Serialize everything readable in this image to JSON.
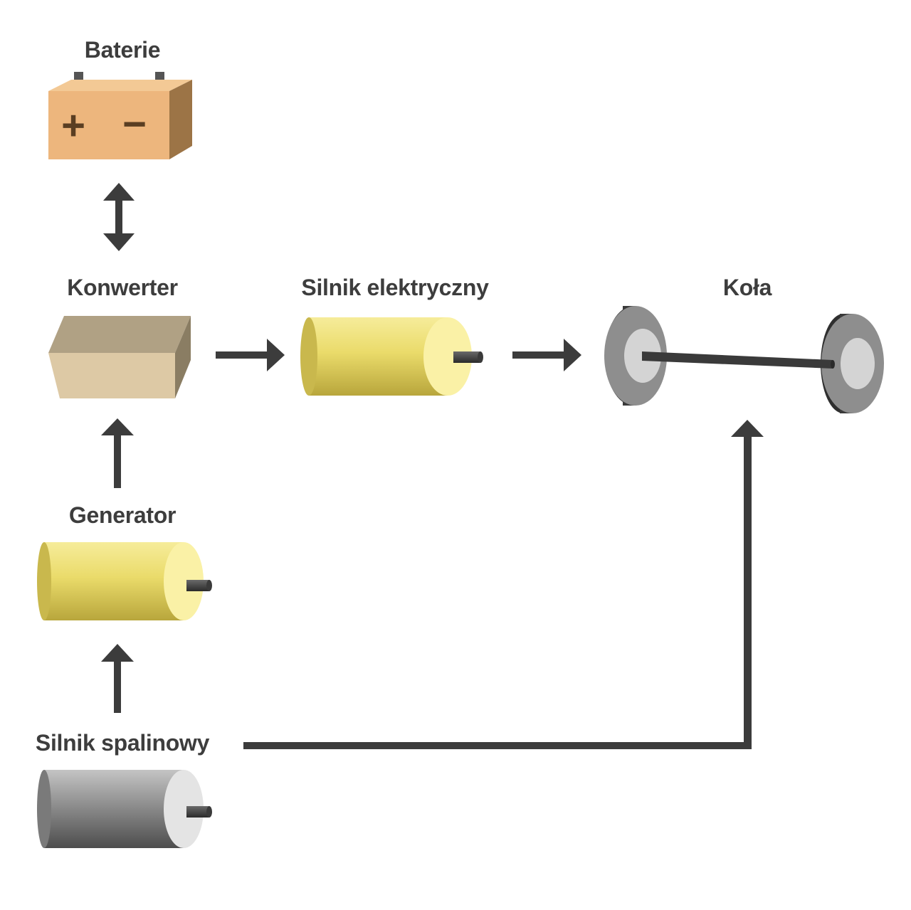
{
  "labels": {
    "battery": "Baterie",
    "converter": "Konwerter",
    "electric_motor": "Silnik elektryczny",
    "wheels": "Koła",
    "generator": "Generator",
    "combustion_engine": "Silnik spalinowy"
  },
  "battery_symbols": {
    "plus": "+",
    "minus": "−"
  },
  "colors": {
    "text": "#3d3d3d",
    "arrow": "#3c3c3c",
    "battery": "#edb67d",
    "converter": "#d9c8a6",
    "motor": "#f0e27a",
    "engine": "#9a9a9a",
    "wheel": "#4a4a4a"
  }
}
